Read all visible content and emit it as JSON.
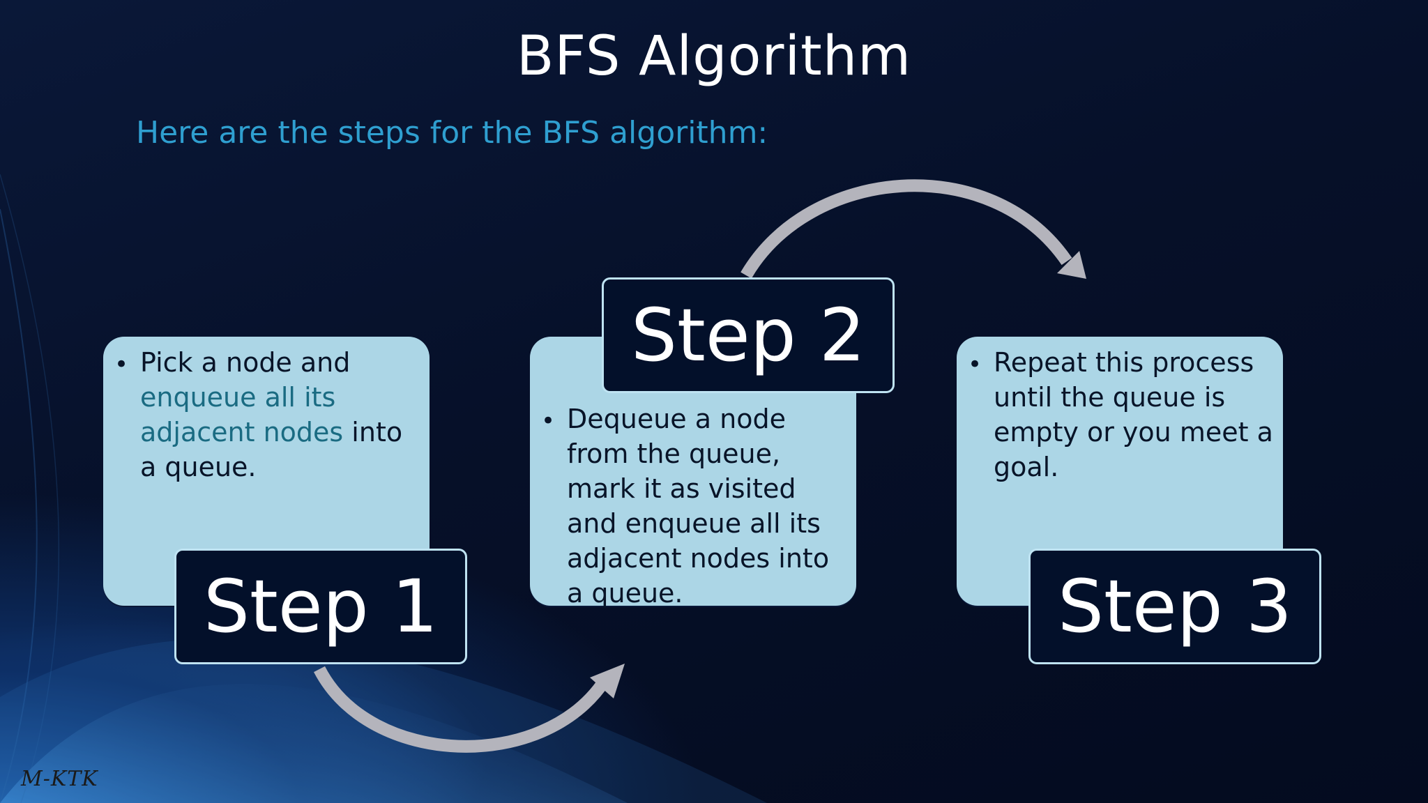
{
  "slide": {
    "title": "BFS Algorithm",
    "subtitle": "Here are the steps for the BFS algorithm:",
    "watermark": "M-KTK",
    "colors": {
      "background": "#040b1f",
      "card": "#acd6e6",
      "label_bg": "#03102a",
      "accent_text": "#2f9fd0",
      "highlight_text": "#1a6b82",
      "arrow": "#b4b4bc"
    }
  },
  "steps": [
    {
      "label": "Step 1",
      "text_parts": [
        "Pick a node and ",
        "enqueue all its adjacent nodes",
        " into a queue."
      ]
    },
    {
      "label": "Step 2",
      "text": "Dequeue a node from the queue, mark it as visited and enqueue all its adjacent nodes into a queue."
    },
    {
      "label": "Step 3",
      "text": "Repeat this process until the queue is empty or you meet a goal."
    }
  ]
}
